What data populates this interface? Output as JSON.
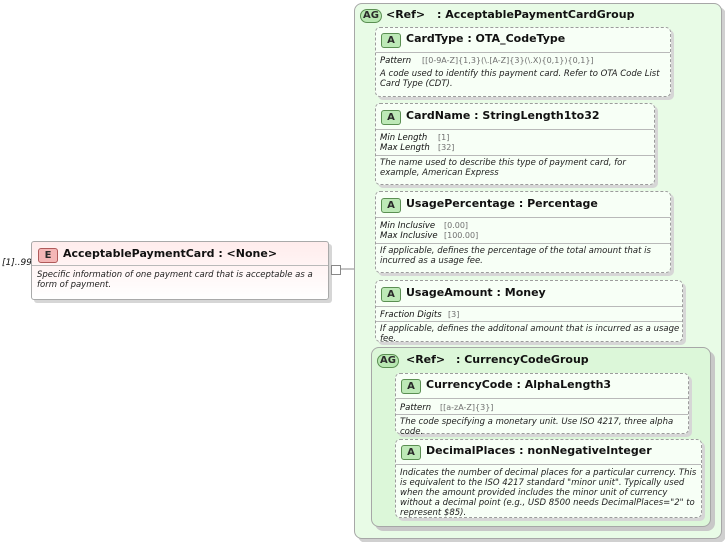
{
  "root_group": {
    "badge": "AG",
    "ref_label": "<Ref>",
    "name": ": AcceptablePaymentCardGroup"
  },
  "element": {
    "badge": "E",
    "cardinality": "[1]..99",
    "title": "AcceptablePaymentCard : <None>",
    "description": "Specific information of one payment card that is acceptable as a form of payment."
  },
  "attributes": [
    {
      "badge": "A",
      "title": "CardType : OTA_CodeType",
      "facets": [
        {
          "label": "Pattern",
          "value": "[[0-9A-Z]{1,3}(\\.[A-Z]{3}(\\.X){0,1}){0,1}]"
        }
      ],
      "description": "A code used to identify this payment card. Refer to OTA Code List Card Type (CDT)."
    },
    {
      "badge": "A",
      "title": "CardName : StringLength1to32",
      "facets": [
        {
          "label": "Min Length",
          "value": "[1]"
        },
        {
          "label": "Max Length",
          "value": "[32]"
        }
      ],
      "description": "The name used to describe this type of payment card, for example, American Express"
    },
    {
      "badge": "A",
      "title": "UsagePercentage : Percentage",
      "facets": [
        {
          "label": "Min Inclusive",
          "value": "[0.00]"
        },
        {
          "label": "Max Inclusive",
          "value": "[100.00]"
        }
      ],
      "description": "If applicable, defines the percentage of the total amount that is incurred as a usage fee."
    },
    {
      "badge": "A",
      "title": "UsageAmount : Money",
      "facets": [
        {
          "label": "Fraction Digits",
          "value": "[3]"
        }
      ],
      "description": "If applicable, defines the additonal amount that is incurred as a usage fee."
    }
  ],
  "sub_group": {
    "badge": "AG",
    "ref_label": "<Ref>",
    "name": ": CurrencyCodeGroup",
    "attributes": [
      {
        "badge": "A",
        "title": "CurrencyCode : AlphaLength3",
        "facets": [
          {
            "label": "Pattern",
            "value": "[[a-zA-Z]{3}]"
          }
        ],
        "description": "The code specifying a monetary unit. Use ISO 4217, three alpha code."
      },
      {
        "badge": "A",
        "title": "DecimalPlaces : nonNegativeInteger",
        "facets": [],
        "description": "Indicates the number of decimal places for a particular currency. This is equivalent to the ISO 4217 standard \"minor unit\". Typically used when the amount provided includes the minor unit of currency without a decimal point (e.g., USD 8500 needs DecimalPlaces=\"2\" to represent $85)."
      }
    ]
  }
}
